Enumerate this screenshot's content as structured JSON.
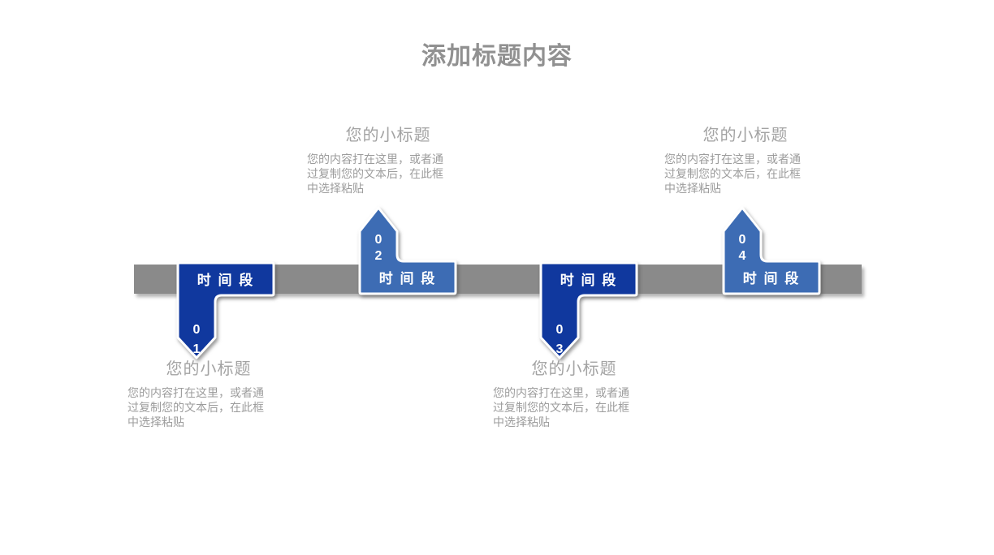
{
  "slide": {
    "title": "添加标题内容",
    "background_color": "#ffffff"
  },
  "timeline": {
    "bar_color": "#8A8A8A",
    "items": [
      {
        "id": "01",
        "digits": [
          "0",
          "1"
        ],
        "label": "时 间 段",
        "direction": "down",
        "color": "#10389E",
        "heading": "您的小标题",
        "body_lines": [
          "您的内容打在这里，或者通",
          "过复制您的文本后，在此框",
          "中选择粘贴"
        ]
      },
      {
        "id": "02",
        "digits": [
          "0",
          "2"
        ],
        "label": "时 间 段",
        "direction": "up",
        "color": "#3D6CB4",
        "heading": "您的小标题",
        "body_lines": [
          "您的内容打在这里，或者通",
          "过复制您的文本后，在此框",
          "中选择粘贴"
        ]
      },
      {
        "id": "03",
        "digits": [
          "0",
          "3"
        ],
        "label": "时 间 段",
        "direction": "down",
        "color": "#10389E",
        "heading": "您的小标题",
        "body_lines": [
          "您的内容打在这里，或者通",
          "过复制您的文本后，在此框",
          "中选择粘贴"
        ]
      },
      {
        "id": "04",
        "digits": [
          "0",
          "4"
        ],
        "label": "时 间 段",
        "direction": "up",
        "color": "#3D6CB4",
        "heading": "您的小标题",
        "body_lines": [
          "您的内容打在这里，或者通",
          "过复制您的文本后，在此框",
          "中选择粘贴"
        ]
      }
    ]
  }
}
